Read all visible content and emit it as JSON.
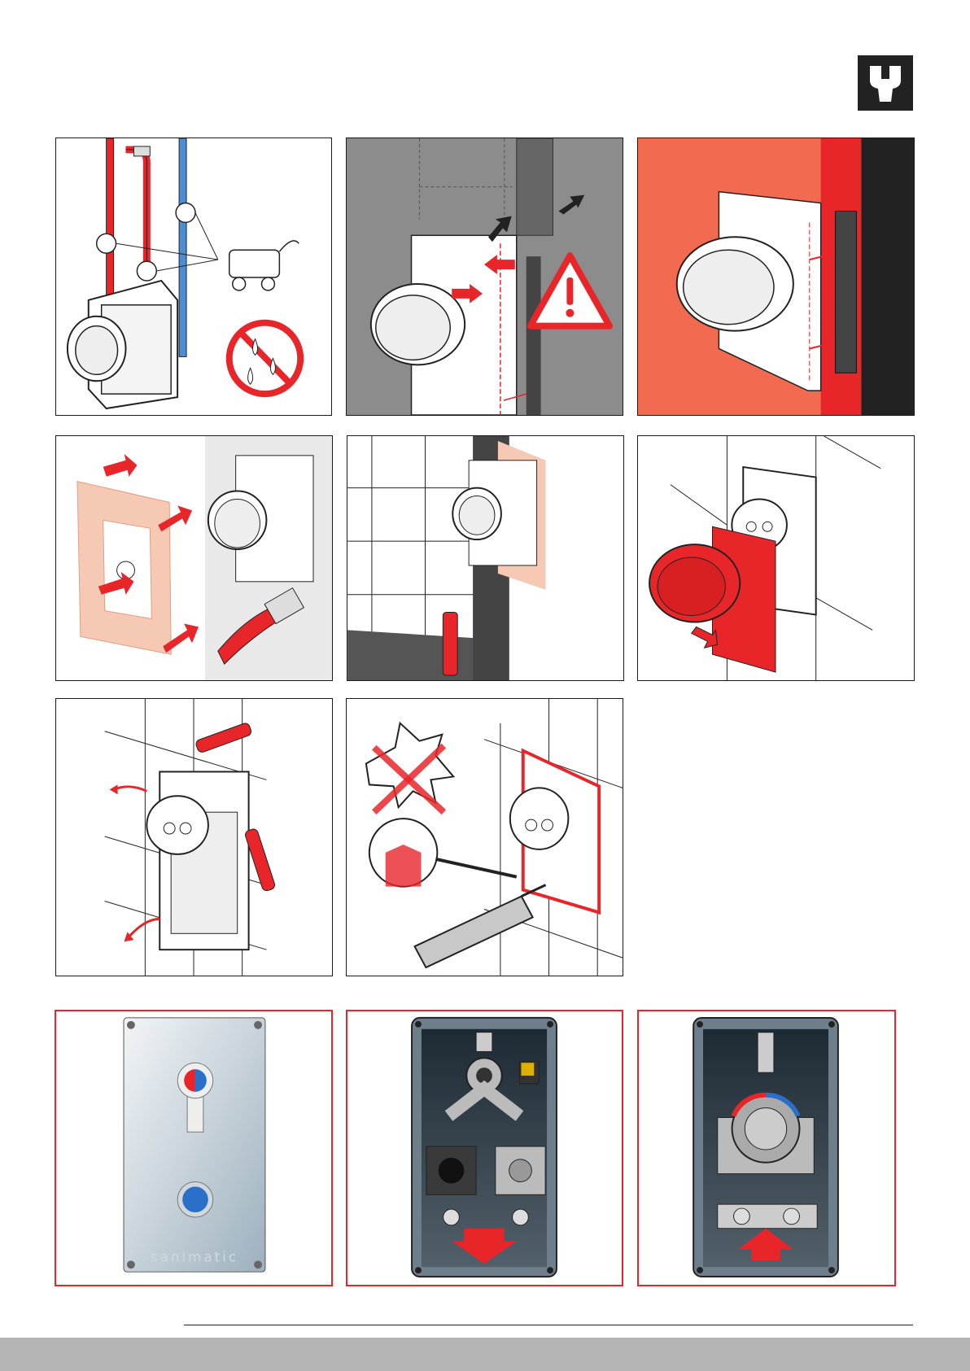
{
  "header": {
    "icon": "wrench-icon"
  },
  "steps": [
    {
      "id": "step-1",
      "icon": "no-water-icon"
    },
    {
      "id": "step-2",
      "icon": "warning-icon"
    },
    {
      "id": "step-3",
      "icon": "seal-gap-icon"
    },
    {
      "id": "step-4",
      "icon": "sealing-membrane-icon"
    },
    {
      "id": "step-5",
      "icon": "tiling-icon"
    },
    {
      "id": "step-6",
      "icon": "remove-cover-icon"
    },
    {
      "id": "step-7",
      "icon": "remove-frame-icon"
    },
    {
      "id": "step-8",
      "icon": "silicone-seal-icon"
    }
  ],
  "variants": {
    "front_plate": {
      "brand": "sanimatic"
    },
    "solenoid_variant": {
      "icon": "solenoid-valve-icon"
    },
    "thermostatic_variant": {
      "icon": "thermostatic-valve-icon"
    }
  },
  "colors": {
    "accent": "#e8262a",
    "dark": "#222222",
    "footer": "#b5b5b5",
    "wall": "#8c8c8c",
    "hot": "#e8262a",
    "cold": "#4a8fd6"
  }
}
